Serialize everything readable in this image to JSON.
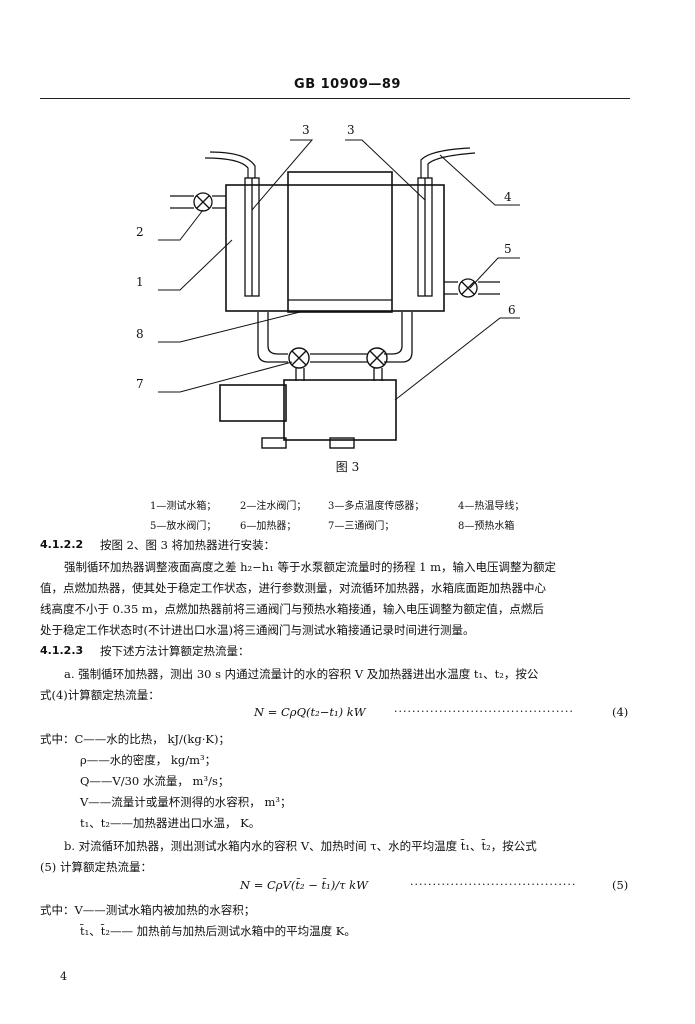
{
  "header": {
    "standard_code": "GB 10909—89"
  },
  "figure": {
    "caption": "图 3",
    "callouts": [
      "1",
      "2",
      "3",
      "3",
      "4",
      "5",
      "6",
      "7",
      "8"
    ],
    "legend": [
      "1—测试水箱；",
      "2—注水阀门；",
      "3—多点温度传感器；",
      "4—热温导线；",
      "5—放水阀门；",
      "6—加热器；",
      "7—三通阀门；",
      "8—预热水箱"
    ]
  },
  "body": {
    "s4122": {
      "number": "4.1.2.2",
      "title": "按图 2、图 3 将加热器进行安装：",
      "lines": [
        "强制循环加热器调整液面高度之差 h₂−h₁ 等于水泵额定流量时的扬程 1 m，输入电压调整为额定",
        "值，点燃加热器，使其处于稳定工作状态，进行参数测量，对流循环加热器，水箱底面距加热器中心",
        "线高度不小于 0.35 m，点燃加热器前将三通阀门与预热水箱接通，输入电压调整为额定值，点燃后",
        "处于稳定工作状态时(不计进出口水温)将三通阀门与测试水箱接通记录时间进行测量。"
      ]
    },
    "s4123": {
      "number": "4.1.2.3",
      "title": "按下述方法计算额定热流量：",
      "item_a": [
        "a.   强制循环加热器，测出 30 s 内通过流量计的水的容积 V 及加热器进出水温度 t₁、t₂，按公",
        "式(4)计算额定热流量："
      ],
      "eq4": {
        "formula": "N = CρQ(t₂−t₁)   kW",
        "number": "(4)"
      },
      "where4": [
        "式中：C——水的比热，   kJ/(kg·K)；",
        "ρ——水的密度，   kg/m³；",
        "Q——V/30 水流量，   m³/s；",
        "V——流量计或量杯测得的水容积，   m³；",
        "t₁、t₂——加热器进出口水温，   K。"
      ],
      "item_b": [
        "b.   对流循环加热器，测出测试水箱内水的容积 V、加热时间 τ、水的平均温度 t̄₁、t̄₂，按公式",
        "(5) 计算额定热流量："
      ],
      "eq5": {
        "formula": "N = CρV(t̄₂ − t̄₁)/τ   kW",
        "number": "(5)"
      },
      "where5": [
        "式中：V——测试水箱内被加热的水容积；",
        "t̄₁、t̄₂—— 加热前与加热后测试水箱中的平均温度 K。"
      ]
    }
  },
  "page_number": "4"
}
